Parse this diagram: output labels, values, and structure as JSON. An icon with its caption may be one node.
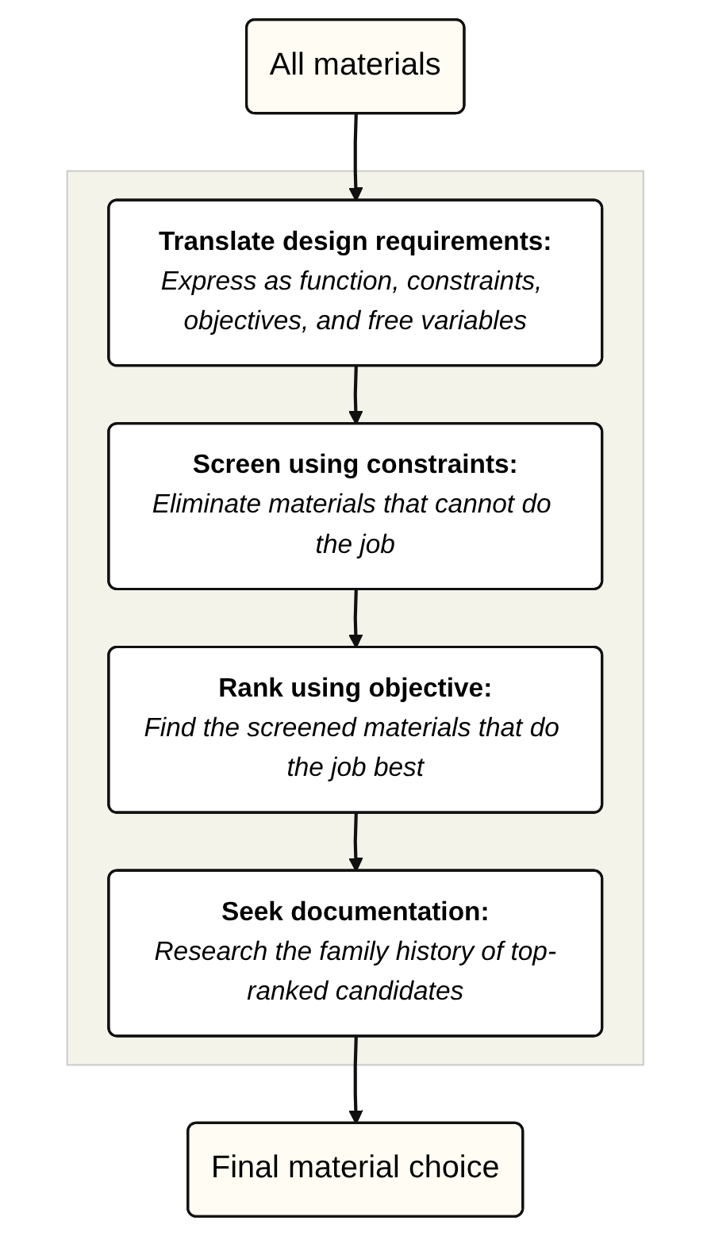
{
  "diagram": {
    "nodes": [
      {
        "text": [
          "All materials"
        ]
      },
      {
        "text": [],
        "shape": "box"
      },
      {
        "text": [
          "Translate design requirements:",
          "Express as function, constraints, objectives, and free variables"
        ],
        "in": 1
      },
      {
        "text": [
          "Screen using constraints:",
          "Eliminate materials that cannot do the job"
        ],
        "in": 1
      },
      {
        "text": [
          "Rank using objective:",
          "Find the screened materials that do the job best"
        ],
        "in": 1
      },
      {
        "text": [
          "Seek documentation:",
          "Research the family history of top-ranked candidates"
        ],
        "in": 1
      },
      {
        "text": [
          "Final material choice"
        ]
      }
    ],
    "edges": [
      {
        "from": 0,
        "to": 2,
        "arrow": "to"
      },
      {
        "from": 2,
        "to": 3,
        "arrow": "to"
      },
      {
        "from": 3,
        "to": 4,
        "arrow": "to"
      },
      {
        "from": 4,
        "to": 5,
        "arrow": "to"
      },
      {
        "from": 5,
        "to": 6,
        "arrow": "to"
      }
    ]
  }
}
